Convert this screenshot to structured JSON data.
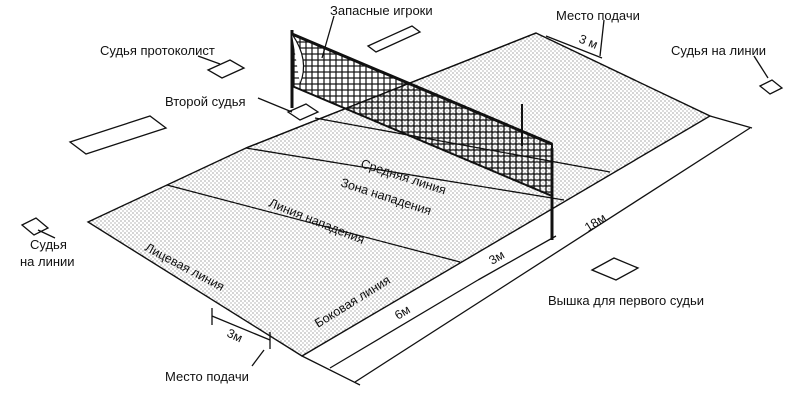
{
  "labels": {
    "substitutes": "Запасные игроки",
    "serve_zone_top": "Место подачи",
    "serve_zone_top_width": "3 м",
    "scorer": "Судья протоколист",
    "second_referee": "Второй судья",
    "line_judge_right": "Судья на линии",
    "line_judge_left_1": "Судья",
    "line_judge_left_2": "на линии",
    "center_line": "Средняя линия",
    "attack_zone": "Зона нападения",
    "attack_line": "Линия нападения",
    "end_line": "Лицевая линия",
    "side_line": "Боковая линия",
    "first_referee_stand": "Вышка для первого судьи",
    "serve_zone_bottom": "Место подачи",
    "serve_zone_bottom_width": "3м",
    "dim_3m": "3м",
    "dim_6m": "6м",
    "dim_18m": "18м"
  },
  "colors": {
    "ink": "#111111",
    "court_dots": "#333333",
    "background": "#ffffff"
  }
}
